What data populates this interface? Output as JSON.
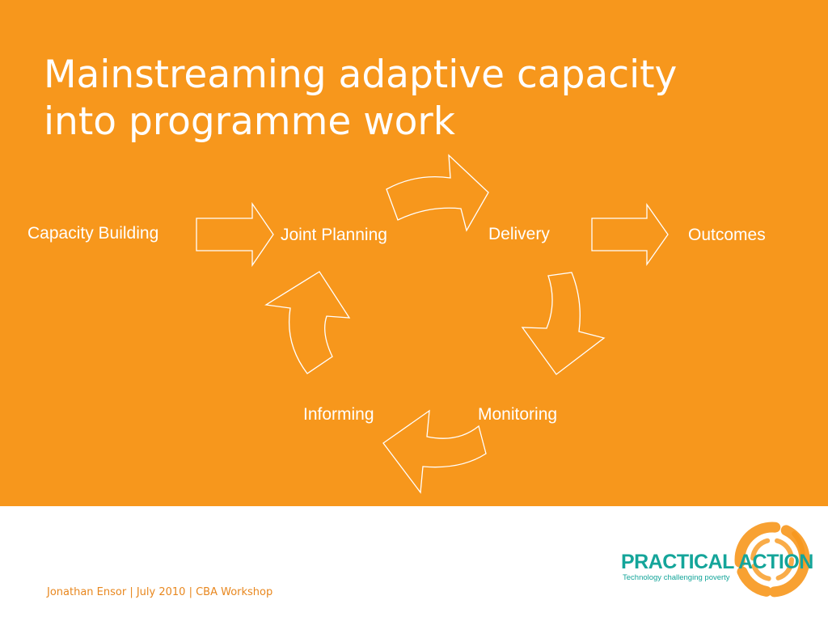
{
  "slide": {
    "title_line1": "Mainstreaming adaptive capacity",
    "title_line2": "into programme work",
    "colors": {
      "background": "#f7971c",
      "text": "#ffffff",
      "footer": "#e8871e",
      "logo": "#14a59a"
    }
  },
  "diagram": {
    "nodes": {
      "capacity_building": "Capacity Building",
      "joint_planning": "Joint Planning",
      "delivery": "Delivery",
      "outcomes": "Outcomes",
      "monitoring": "Monitoring",
      "informing": "Informing"
    },
    "flows": [
      {
        "from": "Capacity Building",
        "to": "Joint Planning",
        "arrow": "straight"
      },
      {
        "from": "Joint Planning",
        "to": "Delivery",
        "arrow": "curved"
      },
      {
        "from": "Delivery",
        "to": "Outcomes",
        "arrow": "straight"
      },
      {
        "from": "Delivery",
        "to": "Monitoring",
        "arrow": "curved"
      },
      {
        "from": "Monitoring",
        "to": "Informing",
        "arrow": "curved"
      },
      {
        "from": "Informing",
        "to": "Joint Planning",
        "arrow": "curved"
      }
    ]
  },
  "footer": {
    "text": "Jonathan Ensor | July 2010 | CBA Workshop"
  },
  "logo": {
    "name": "PRACTICAL ACTION",
    "tagline": "Technology challenging poverty"
  }
}
